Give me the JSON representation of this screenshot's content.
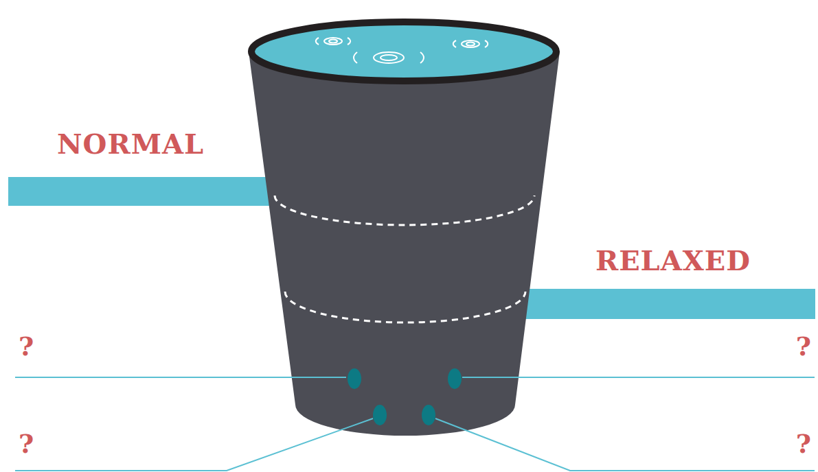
{
  "diagram": {
    "labels": [
      "NORMAL",
      "RELAXED",
      "?",
      "?",
      "?",
      "?"
    ]
  }
}
